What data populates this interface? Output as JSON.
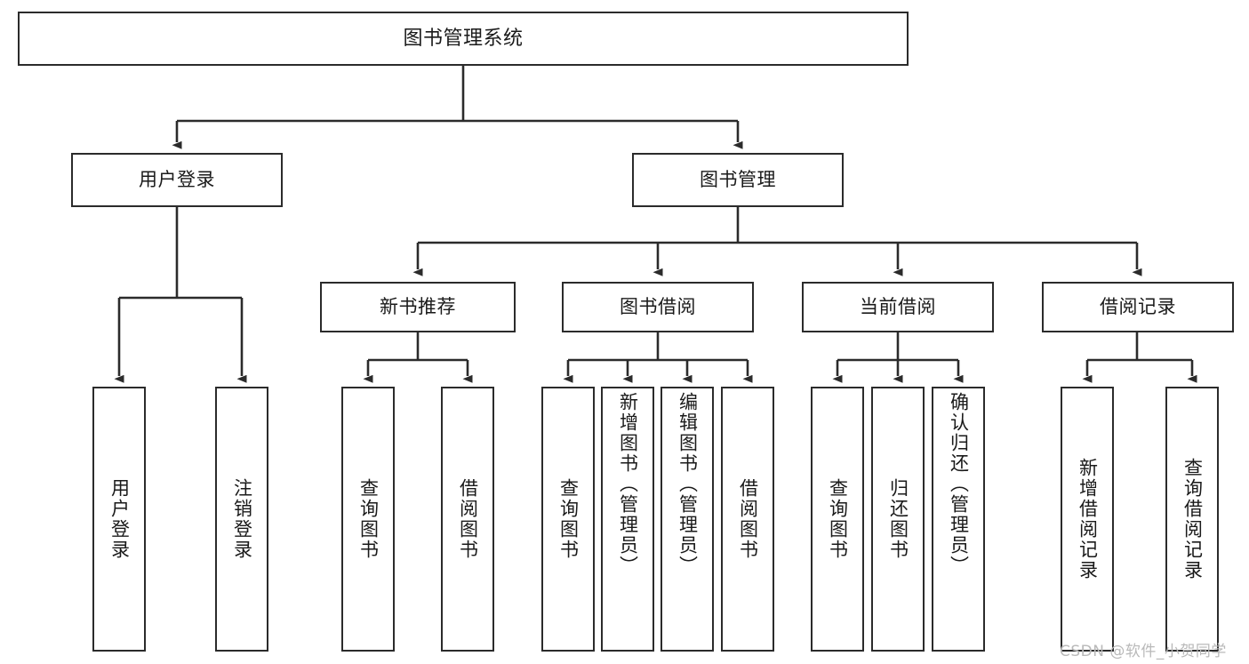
{
  "diagram": {
    "title": "图书管理系统",
    "type": "tree",
    "root": {
      "label": "图书管理系统",
      "orientation": "horizontal"
    },
    "level2": [
      {
        "label": "用户登录",
        "orientation": "horizontal"
      },
      {
        "label": "图书管理",
        "orientation": "horizontal"
      }
    ],
    "level3": [
      {
        "label": "新书推荐",
        "orientation": "horizontal"
      },
      {
        "label": "图书借阅",
        "orientation": "horizontal"
      },
      {
        "label": "当前借阅",
        "orientation": "horizontal"
      },
      {
        "label": "借阅记录",
        "orientation": "horizontal"
      }
    ],
    "leaves": {
      "user_login": [
        {
          "label": "用户登录",
          "orientation": "vertical"
        },
        {
          "label": "注销登录",
          "orientation": "vertical"
        }
      ],
      "new_book_recommend": [
        {
          "label": "查询图书",
          "orientation": "vertical"
        },
        {
          "label": "借阅图书",
          "orientation": "vertical"
        }
      ],
      "book_borrow": [
        {
          "label": "查询图书",
          "orientation": "vertical"
        },
        {
          "label": "新增图书（管理员）",
          "orientation": "vertical"
        },
        {
          "label": "编辑图书（管理员）",
          "orientation": "vertical"
        },
        {
          "label": "借阅图书",
          "orientation": "vertical"
        }
      ],
      "current_borrow": [
        {
          "label": "查询图书",
          "orientation": "vertical"
        },
        {
          "label": "归还图书",
          "orientation": "vertical"
        },
        {
          "label": "确认归还（管理员）",
          "orientation": "vertical"
        }
      ],
      "borrow_record": [
        {
          "label": "新增借阅记录",
          "orientation": "vertical"
        },
        {
          "label": "查询借阅记录",
          "orientation": "vertical"
        }
      ]
    },
    "colors": {
      "box_border": "#2b2b2b",
      "box_fill": "#ffffff",
      "edge": "#2b2b2b",
      "text": "#1a1a1a",
      "watermark": "#b9b9b9",
      "background": "#ffffff"
    }
  },
  "watermark": {
    "text": "CSDN @软件_小贺同学"
  }
}
